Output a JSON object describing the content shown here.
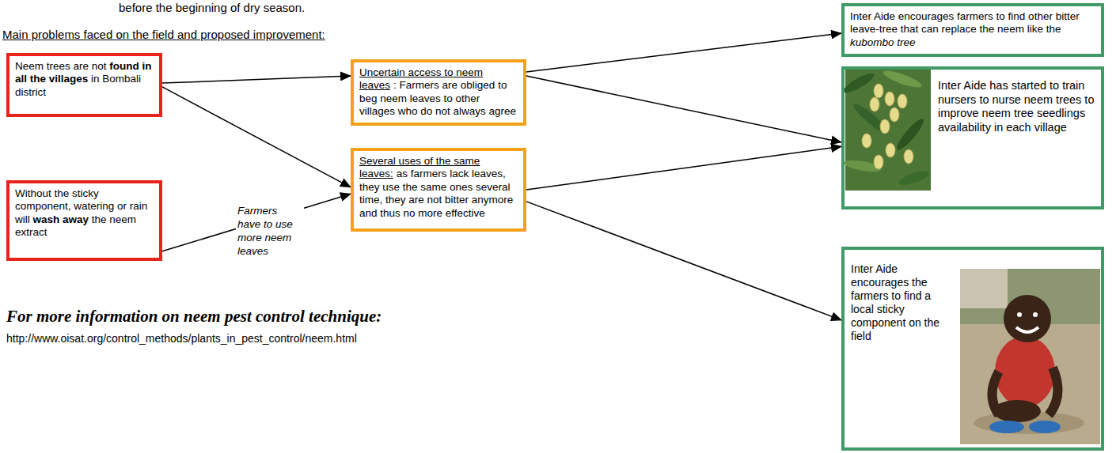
{
  "diagram": {
    "nodes": [
      {
        "text": [
          "Neem trees are not found in all the villages in Bombali district"
        ]
      },
      {
        "text": [
          "Without the sticky component, watering or rain will wash away the neem extract"
        ]
      },
      {
        "text": [
          "Uncertain access to neem leaves",
          ": Farmers are obliged to beg neem leaves to other villages who do not always agree"
        ]
      },
      {
        "text": [
          "Several uses of the same leaves:",
          "as farmers lack leaves, they use the same ones several time, they are not bitter anymore and thus no more effective"
        ]
      },
      {
        "text": [
          "Inter Aide encourages farmers to find other bitter leave-tree that can replace the neem like the kubombo tree"
        ]
      },
      {
        "text": [
          "Inter Aide has started to train nursers to nurse neem trees to improve neem tree seedlings availability in each village"
        ]
      },
      {
        "text": [
          "Inter Aide encourages the farmers to find a local sticky component on the field"
        ]
      }
    ],
    "edges": [
      {
        "from": 0,
        "to": 2,
        "arrow": "to"
      },
      {
        "from": 0,
        "to": 3,
        "arrow": "to"
      },
      {
        "from": 1,
        "to": 3,
        "label": "Farmers have to use more neem leaves",
        "arrow": "to"
      },
      {
        "from": 2,
        "to": 4,
        "arrow": "to"
      },
      {
        "from": 2,
        "to": 5,
        "arrow": "to"
      },
      {
        "from": 3,
        "to": 5,
        "arrow": "to"
      },
      {
        "from": 3,
        "to": 6,
        "arrow": "to"
      }
    ],
    "labels": [
      "before the beginning of dry season.",
      "Main problems faced on the field and proposed improvement:",
      "For more information on neem pest control technique:",
      "http://www.oisat.org/control_methods/plants_in_pest_control/neem.html"
    ]
  }
}
